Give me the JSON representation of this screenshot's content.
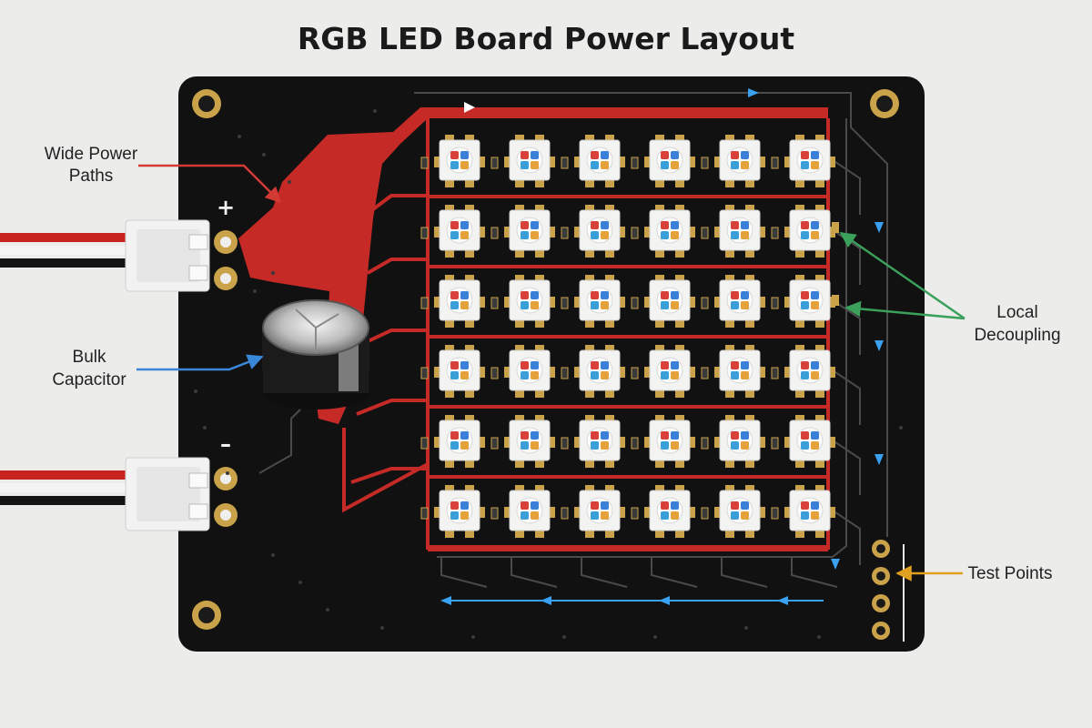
{
  "title": "RGB LED Board Power Layout",
  "labels": {
    "wide_power_paths": [
      "Wide Power",
      "Paths"
    ],
    "bulk_capacitor": [
      "Bulk",
      "Capacitor"
    ],
    "local_decoupling": [
      "Local",
      "Decoupling"
    ],
    "test_points": "Test Points"
  },
  "polarity": {
    "plus": "+",
    "minus": "–"
  },
  "led_grid": {
    "rows": 6,
    "cols": 6
  },
  "test_point_count": 4,
  "colors": {
    "pcb": "#111111",
    "power_trace": "#c62a27",
    "signal_trace": "#4a4a4a",
    "flow_arrow": "#3aa0f0",
    "wide_power_arrow": "#d33a33",
    "bulk_cap_arrow": "#3a86d8",
    "decoupling_arrow": "#3aa05a",
    "test_point_arrow": "#e0a020",
    "copper": "#c9a24a"
  }
}
